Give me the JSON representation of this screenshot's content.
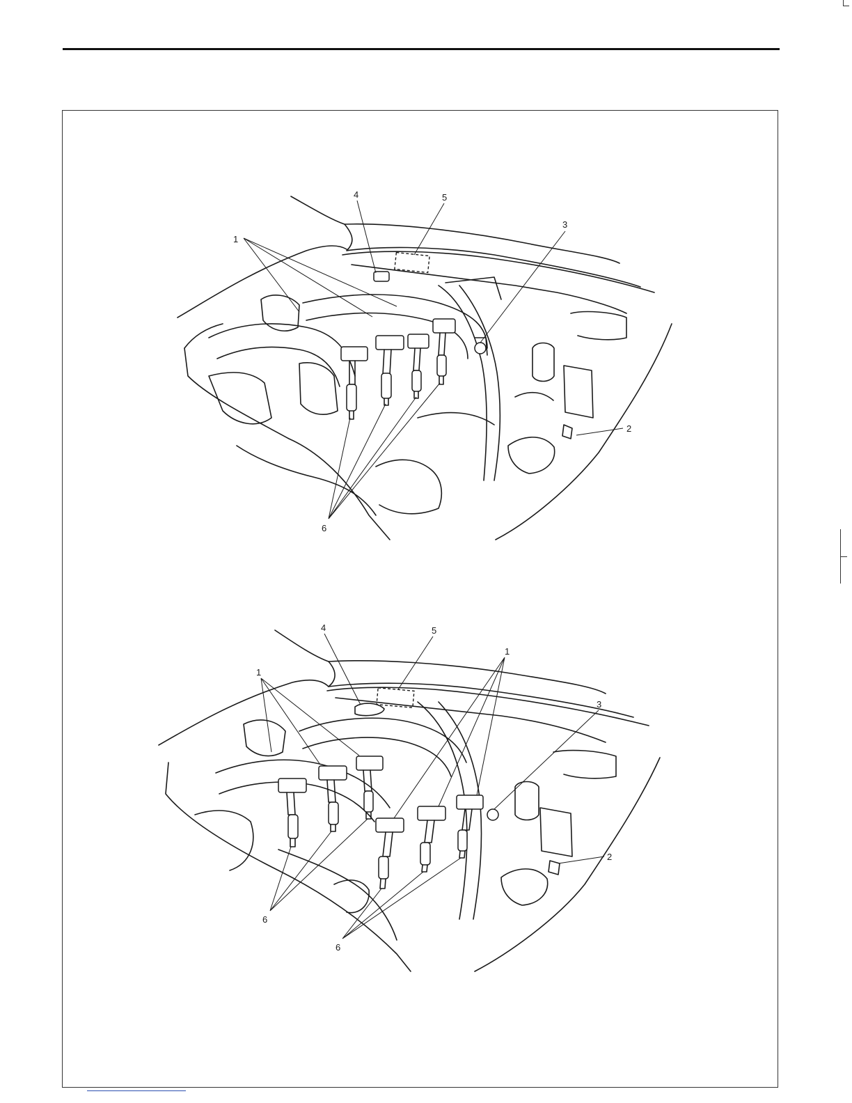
{
  "figures": [
    {
      "id": "upper",
      "callouts": [
        "1",
        "2",
        "3",
        "4",
        "5",
        "6"
      ]
    },
    {
      "id": "lower",
      "callouts": [
        "1",
        "1",
        "2",
        "3",
        "4",
        "5",
        "6",
        "6"
      ]
    }
  ]
}
